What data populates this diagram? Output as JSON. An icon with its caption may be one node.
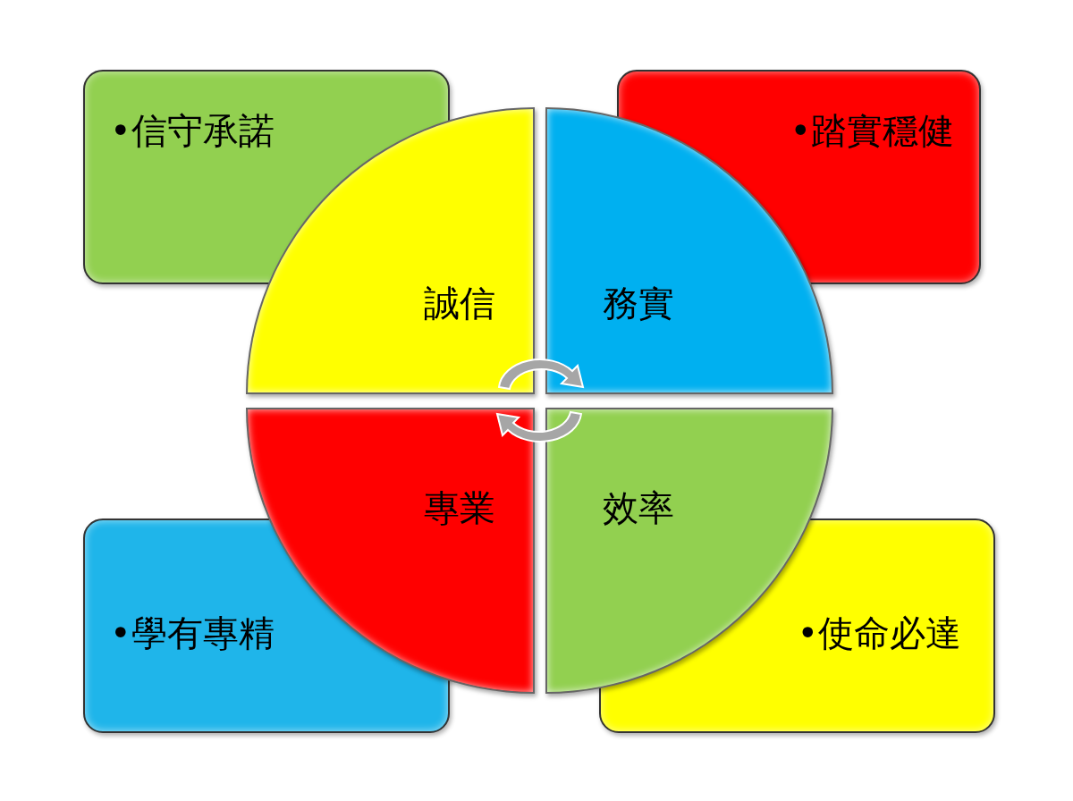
{
  "diagram": {
    "nodes": [
      {
        "text": [
          "•信守承諾"
        ]
      },
      {
        "text": [
          "•踏實穩健"
        ]
      },
      {
        "text": [
          "誠信"
        ]
      },
      {
        "text": [
          "務實"
        ]
      },
      {
        "text": [
          "專業"
        ]
      },
      {
        "text": [
          "效率"
        ]
      },
      {
        "text": [
          "•學有專精"
        ]
      },
      {
        "text": [
          "•使命必達"
        ]
      }
    ]
  }
}
